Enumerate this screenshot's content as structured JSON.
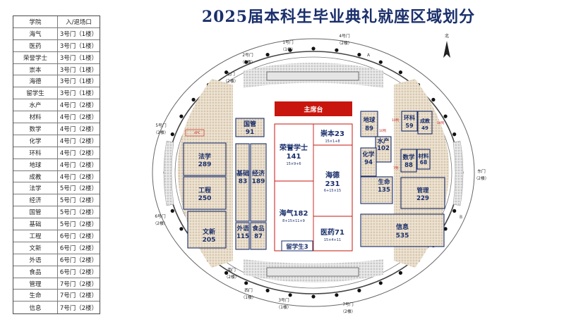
{
  "title": "2025届本科生毕业典礼就座区域划分",
  "table": {
    "header": [
      "学院",
      "入/退场口"
    ],
    "rows": [
      [
        "海气",
        "3号门（1楼）"
      ],
      [
        "医药",
        "3号门（1楼）"
      ],
      [
        "荣誉学士",
        "3号门（1楼）"
      ],
      [
        "崇本",
        "3号门（1楼）"
      ],
      [
        "海德",
        "3号门（1楼）"
      ],
      [
        "留学生",
        "3号门（1楼）"
      ],
      [
        "水产",
        "4号门（2楼）"
      ],
      [
        "材料",
        "4号门（2楼）"
      ],
      [
        "数学",
        "4号门（2楼）"
      ],
      [
        "化学",
        "4号门（2楼）"
      ],
      [
        "环科",
        "4号门（2楼）"
      ],
      [
        "地球",
        "4号门（2楼）"
      ],
      [
        "成教",
        "4号门（2楼）"
      ],
      [
        "法学",
        "5号门（2楼）"
      ],
      [
        "经济",
        "5号门（2楼）"
      ],
      [
        "国管",
        "5号门（2楼）"
      ],
      [
        "基础",
        "5号门（2楼）"
      ],
      [
        "工程",
        "6号门（2楼）"
      ],
      [
        "文新",
        "6号门（2楼）"
      ],
      [
        "外语",
        "6号门（2楼）"
      ],
      [
        "食品",
        "6号门（2楼）"
      ],
      [
        "管理",
        "7号门（2楼）"
      ],
      [
        "生命",
        "7号门（2楼）"
      ],
      [
        "信息",
        "7号门（2楼）"
      ]
    ]
  },
  "map": {
    "compass": "北",
    "stage": "主席台",
    "gates": {
      "g1": [
        "1号门",
        "（1楼）"
      ],
      "g2": [
        "2号门",
        "（1楼）"
      ],
      "g4": [
        "4号门",
        "（2楼）"
      ],
      "g5": [
        "5号门",
        "（2楼）"
      ],
      "g6": [
        "6号门",
        "（2楼）"
      ],
      "g7": [
        "7号门",
        "（2楼）"
      ],
      "g3": [
        "3号门",
        "（1楼）"
      ],
      "east": [
        "东门",
        "（2楼）"
      ],
      "north": [
        "北门",
        "（2楼）"
      ],
      "south": [
        "南门",
        "（2楼）"
      ],
      "west": [
        "西门",
        "（1楼）"
      ]
    },
    "markers": {
      "A": "A",
      "B": "B"
    },
    "floor": {
      "rongyu": {
        "name": "荣誉学士",
        "count": "141",
        "layout": "15×9+6"
      },
      "chongben": {
        "name": "崇本23",
        "layout": "15×1+8"
      },
      "haide": {
        "name": "海德",
        "count": "231",
        "layout": "6+15×15"
      },
      "haiqi": {
        "name": "海气182",
        "layout": "8+15×11+9"
      },
      "yiyao": {
        "name": "医药71",
        "layout": "15×4+11"
      },
      "liuxue": {
        "name": "留学生3"
      }
    },
    "stands": {
      "guoguan": {
        "name": "国管",
        "count": "91"
      },
      "jichu": {
        "name": "基础",
        "count": "83"
      },
      "jingji": {
        "name": "经济",
        "count": "189"
      },
      "faxue": {
        "name": "法学",
        "count": "289"
      },
      "gongcheng": {
        "name": "工程",
        "count": "250"
      },
      "wenxin": {
        "name": "文新",
        "count": "205"
      },
      "waiyu": {
        "name": "外语",
        "count": "115"
      },
      "shipin": {
        "name": "食品",
        "count": "87"
      },
      "diqiu": {
        "name": "地球",
        "count": "89"
      },
      "huanke": {
        "name": "环科",
        "count": "59"
      },
      "chengjiao": {
        "name": "成教",
        "count": "49"
      },
      "shuichan": {
        "name": "水产",
        "count": "102"
      },
      "huaxue": {
        "name": "化学",
        "count": "94"
      },
      "shuxue": {
        "name": "数学",
        "count": "88"
      },
      "cailiao": {
        "name": "材料",
        "count": "68"
      },
      "shengming": {
        "name": "生命",
        "count": "135"
      },
      "guanli": {
        "name": "管理",
        "count": "229"
      },
      "xinxi": {
        "name": "信息",
        "count": "535"
      }
    },
    "notes": {
      "n1": "4PC",
      "n2": "14列",
      "n3": "10列",
      "n4": "10列",
      "n5": "7列"
    }
  }
}
